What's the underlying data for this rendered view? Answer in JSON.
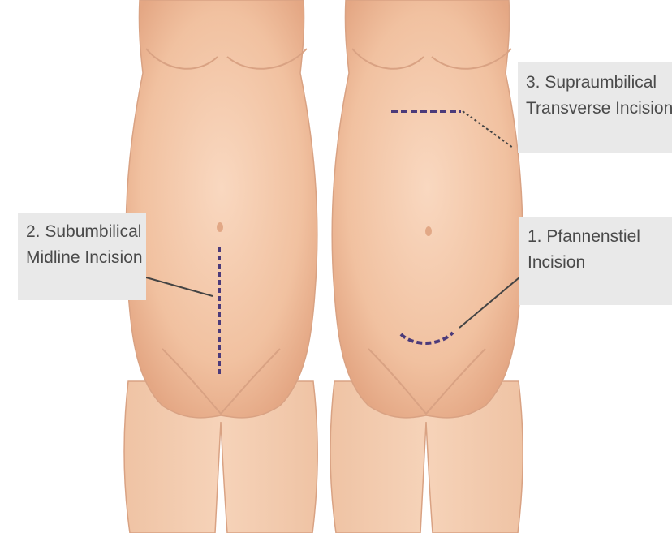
{
  "labels": {
    "subumbilical": {
      "number": "2.",
      "line1": "Subumbilical",
      "line2": "Midline Incision"
    },
    "pfannenstiel": {
      "number": "1.",
      "line1": "Pfannenstiel",
      "line2": "Incision"
    },
    "supraumbilical": {
      "number": "3.",
      "line1": "Supraumbilical",
      "line2": "Transverse Incision"
    }
  },
  "colors": {
    "skin": "#f3c9ab",
    "skin_shade": "#e2a886",
    "incision": "#4b3a7a",
    "label_bg": "#e9e9e9",
    "label_text": "#4a4a4a"
  }
}
